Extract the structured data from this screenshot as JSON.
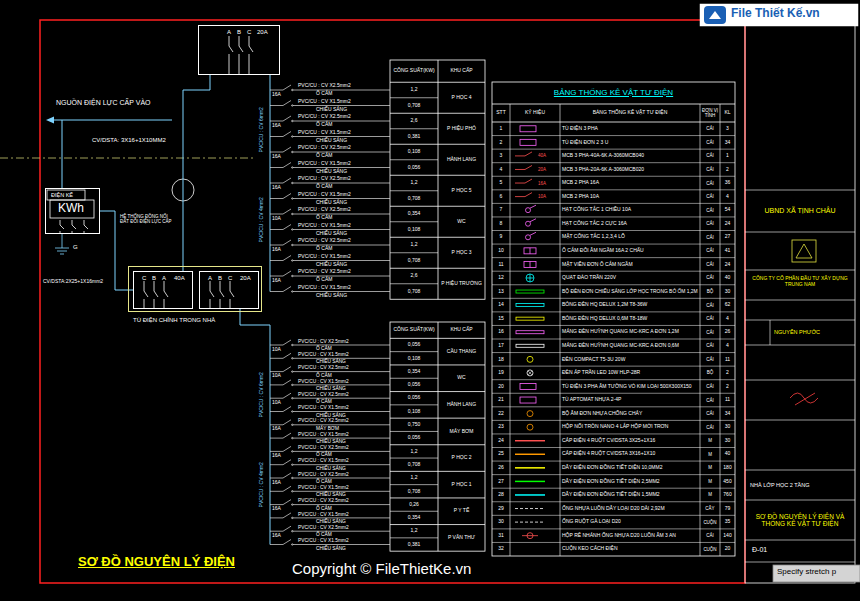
{
  "diagram": {
    "title": "SƠ ĐỒ NGUYÊN LÝ ĐIỆN",
    "nodes": [
      {
        "text": [
          "A",
          "B",
          "C",
          "20A"
        ]
      },
      {
        "text": [
          "ĐIỆN KẾ",
          "KWh"
        ]
      },
      {
        "text": [
          "TỦ ĐIỆN CHÍNH TRONG NHÀ"
        ]
      },
      {
        "text": [
          "C",
          "B",
          "A",
          "40A"
        ],
        "in": 2
      },
      {
        "text": [
          "A",
          "B",
          "C",
          "20A"
        ],
        "in": 2
      }
    ],
    "edges": [
      {
        "from": 1,
        "to": 3,
        "arrow": "none",
        "label": "CV/DSTA:2X25+1X16mm2"
      },
      {
        "from": 3,
        "to": 0,
        "arrow": "none"
      }
    ],
    "labels": [
      "NGUỒN ĐIỆN LỰC CẤP VÀO",
      "CV/DSTA: 3X16+1X10MM2",
      "HỆ THỐNG ĐỒNG NỐI ĐẤT ĐÔI ĐIỆN LỰC CẤP",
      "G",
      "PVC/CU : CV 6mm2",
      "PVC/CU : CV 4mm2",
      "PVC/CU : CV 6mm2",
      "PVC/CU : CV 4mm2",
      "CÔNG SUẤT(KW)",
      "KHU CẤP",
      "CÔNG SUẤT(KW)",
      "KHU CẤP",
      "BẢNG THỐNG KÊ VẬT TƯ ĐIỆN",
      "STT",
      "KÝ HIỆU",
      "BẢNG THỐNG KÊ VẬT TƯ ĐIỆN",
      "ĐƠN VỊ TÍNH",
      "KL",
      "40A",
      "20A",
      "16A",
      "10A",
      "UBND XÃ TỊNH CHÂU",
      "CÔNG TY CỔ PHẦN ĐẦU TƯ XÂY DỰNG TRUNG NAM",
      "NGUYỄN PHƯỚC",
      "NHÀ LỚP HỌC 2 TẦNG",
      "SƠ ĐỒ NGUYÊN LÝ ĐIỆN VÀ THỐNG KÊ VẬT TƯ ĐIỆN",
      "Đ-01",
      "Specify stretch p",
      "Copyright © FileThietKe.vn",
      "File Thiết Kế.vn",
      "16A",
      "PVC/CU : CV X2.5mm2",
      "Ổ CẮM",
      "PVC/CU : CV X1.5mm2",
      "CHIẾU SÁNG",
      "1,2",
      "0,708",
      "P HỌC 4",
      "16A",
      "PVC/CU : CV X2.5mm2",
      "Ổ CẮM",
      "PVC/CU : CV X1.5mm2",
      "CHIẾU SÁNG",
      "2,6",
      "0,381",
      "P HIỆU PHÓ",
      "16A",
      "PVC/CU : CV X2.5mm2",
      "Ổ CẮM",
      "PVC/CU : CV X1.5mm2",
      "CHIẾU SÁNG",
      "0,108",
      "0,056",
      "HÀNH LANG",
      "16A",
      "PVC/CU : CV X2.5mm2",
      "Ổ CẮM",
      "PVC/CU : CV X1.5mm2",
      "CHIẾU SÁNG",
      "1,2",
      "0,708",
      "P HỌC 5",
      "10A",
      "PVC/CU : CV X2.5mm2",
      "Ổ CẮM",
      "PVC/CU : CV X1.5mm2",
      "CHIẾU SÁNG",
      "0,354",
      "0,108",
      "WC",
      "16A",
      "PVC/CU : CV X2.5mm2",
      "Ổ CẮM",
      "PVC/CU : CV X1.5mm2",
      "CHIẾU SÁNG",
      "1,2",
      "0,708",
      "P HỌC 3",
      "16A",
      "PVC/CU : CV X2.5mm2",
      "Ổ CẮM",
      "PVC/CU : CV X1.5mm2",
      "CHIẾU SÁNG",
      "2,6",
      "0,708",
      "P HIỆU TRƯỞNG",
      "10A",
      "PVC/CU : CV X2.5mm2",
      "Ổ CẮM",
      "PVC/CU : CV X1.5mm2",
      "CHIẾU SÁNG",
      "0,056",
      "0,108",
      "CẦU THANG",
      "10A",
      "PVC/CU : CV X2.5mm2",
      "Ổ CẮM",
      "PVC/CU : CV X1.5mm2",
      "CHIẾU SÁNG",
      "0,354",
      "0,056",
      "WC",
      "10A",
      "PVC/CU : CV X2.5mm2",
      "Ổ CẮM",
      "PVC/CU : CV X1.5mm2",
      "CHIẾU SÁNG",
      "0,056",
      "0,108",
      "HÀNH LANG",
      "16A",
      "PVC/CU : CV X2.5mm2",
      "MÁY BƠM",
      "PVC/CU : CV X1.5mm2",
      "CHIẾU SÁNG",
      "0,750",
      "0,056",
      "MÁY BƠM",
      "16A",
      "PVC/CU : CV X2.5mm2",
      "Ổ CẮM",
      "PVC/CU : CV X1.5mm2",
      "CHIẾU SÁNG",
      "1,2",
      "0,708",
      "P HỌC 2",
      "16A",
      "PVC/CU : CV X2.5mm2",
      "Ổ CẮM",
      "PVC/CU : CV X1.5mm2",
      "CHIẾU SÁNG",
      "1,2",
      "0,708",
      "P HỌC 1",
      "16A",
      "PVC/CU : CV X2.5mm2",
      "Ổ CẮM",
      "PVC/CU : CV X1.5mm2",
      "CHIẾU SÁNG",
      "0,26",
      "0,354",
      "P Y TẾ",
      "16A",
      "PVC/CU : CV X2.5mm2",
      "Ổ CẮM",
      "PVC/CU : CV X1.5mm2",
      "CHIẾU SÁNG",
      "1,2",
      "0,381",
      "P VĂN THƯ",
      "1",
      "TỦ ĐIỆN 3 PHA",
      "CÁI",
      "3",
      "2",
      "TỦ ĐIỆN ĐƠN 2 3 U",
      "CÁI",
      "34",
      "3",
      "MCB 3 PHA-40A-6K A-3060MCB040",
      "CÁI",
      "1",
      "4",
      "MCB 3 PHA-20A-6K A-3060MCB020",
      "CÁI",
      "2",
      "5",
      "MCB 2 PHA 16A",
      "CÁI",
      "36",
      "6",
      "MCB 2 PHA 10A",
      "CÁI",
      "4",
      "7",
      "HẠT CÔNG TẮC 1 CHIỀU 10A",
      "CÁI",
      "54",
      "8",
      "HẠT CÔNG TẮC 2 CỰC 16A",
      "CÁI",
      "24",
      "9",
      "MẶT CÔNG TẮC 1,2,3,4 LỖ",
      "CÁI",
      "27",
      "10",
      "Ổ CẮM ĐÔI ÂM NGẦM 16A 2 CHẤU",
      "CÁI",
      "41",
      "11",
      "MẶT VIỀN ĐƠN Ổ CẮM NGẦM",
      "CÁI",
      "24",
      "12",
      "QUẠT ĐẢO TRẦN 220V",
      "CÁI",
      "40",
      "13",
      "BỘ ĐÈN ĐƠN CHIẾU SÁNG LỚP HỌC TRONG BÓ ỐM 1,2M",
      "BỘ",
      "30",
      "14",
      "BÓNG ĐÈN HQ DELUX 1,2M T8-36W",
      "CÁI",
      "62",
      "15",
      "BÓNG ĐÈN HQ DELUX 0,6M T8-18W",
      "CÁI",
      "4",
      "16",
      "MÁNG ĐÈN HUỲNH QUANG MC-KRC A ĐƠN 1,2M",
      "CÁI",
      "26",
      "17",
      "MÁNG ĐÈN HUỲNH QUANG MC-KRC A ĐƠN 0,6M",
      "CÁI",
      "4",
      "18",
      "ĐÈN COMPACT T5-3U 20W",
      "CÁI",
      "11",
      "19",
      "ĐÈN ÁP TRẦN LED 10W HLP-28R",
      "BỘ",
      "2",
      "20",
      "TỦ ĐIỆN 3 PHA ÂM TƯỜNG VỎ KIM LOẠI 500X300X150",
      "CÁI",
      "2",
      "21",
      "TỦ APTOMAT NHỰA 2-4P",
      "CÁI",
      "11",
      "22",
      "BỘ ÂM ĐƠN NHỰA CHỐNG CHÁY",
      "CÁI",
      "34",
      "23",
      "HỘP NỐI TRÒN NANO 4 LẮP HỘP MỞI TRƠN",
      "CÁI",
      "30",
      "24",
      "CÁP ĐIỆN 4 RUỘT CV/DSTA 3X25+1X16",
      "M",
      "30",
      "25",
      "CÁP ĐIỆN 4 RUỘT CV/DSTA 3X16+1X10",
      "M",
      "40",
      "26",
      "DÂY ĐIỆN ĐƠN ĐỒNG TIẾT DIỆN 10,0MM2",
      "M",
      "180",
      "27",
      "DÂY ĐIỆN ĐƠN ĐỒNG TIẾT DIỆN 2,5MM2",
      "M",
      "450",
      "28",
      "DÂY ĐIỆN ĐƠN ĐỒNG TIẾT DIỆN 1,5MM2",
      "M",
      "760",
      "29",
      "ỐNG NHỰA LUỒN DÂY LOẠI D20 DÀI 2,92M",
      "CÂY",
      "79",
      "30",
      "ỐNG RUỘT GÀ LOẠI D20",
      "CUỘN",
      "35",
      "31",
      "HỘP RẼ NHÁNH ỐNG NHỰA D20 LUỒN ÂM 3 AN",
      "CÁI",
      "140",
      "32",
      "CUỘN KEO CÁCH ĐIỆN",
      "CUỘN",
      "20"
    ]
  }
}
